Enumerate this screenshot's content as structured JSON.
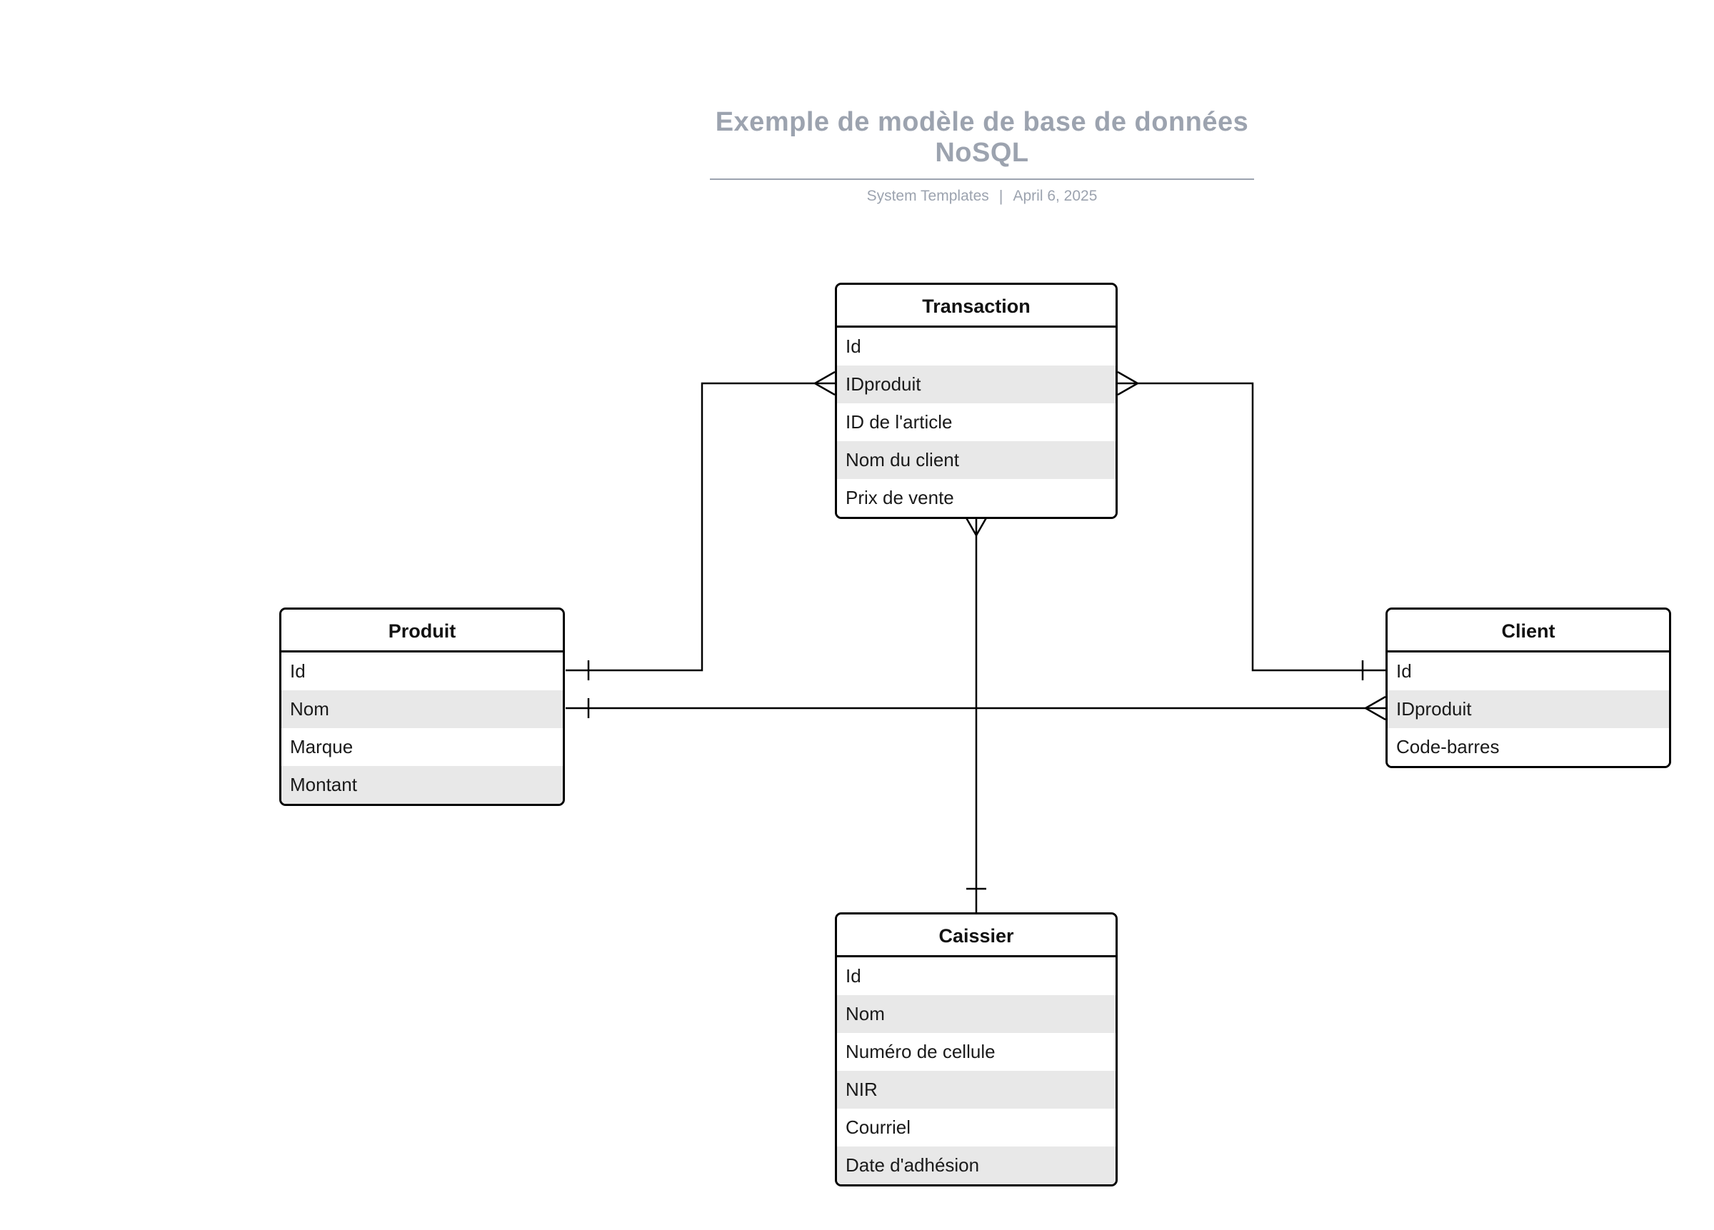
{
  "header": {
    "title": "Exemple de modèle de base de données NoSQL",
    "author": "System Templates",
    "separator": "|",
    "date": "April 6, 2025"
  },
  "entities": {
    "transaction": {
      "title": "Transaction",
      "fields": [
        "Id",
        "IDproduit",
        "ID de l'article",
        "Nom du client",
        "Prix de vente"
      ]
    },
    "produit": {
      "title": "Produit",
      "fields": [
        "Id",
        "Nom",
        "Marque",
        "Montant"
      ]
    },
    "client": {
      "title": "Client",
      "fields": [
        "Id",
        "IDproduit",
        "Code-barres"
      ]
    },
    "caissier": {
      "title": "Caissier",
      "fields": [
        "Id",
        "Nom",
        "Numéro de cellule",
        "NIR",
        "Courriel",
        "Date d'adhésion"
      ]
    }
  },
  "relationships": [
    {
      "from": "Produit.Id",
      "from_cardinality": "one",
      "to": "Transaction.IDproduit",
      "to_cardinality": "many"
    },
    {
      "from": "Client.Id",
      "from_cardinality": "one",
      "to": "Transaction.IDproduit",
      "to_cardinality": "many"
    },
    {
      "from": "Produit.Nom",
      "from_cardinality": "one",
      "to": "Client.IDproduit",
      "to_cardinality": "many"
    },
    {
      "from": "Caissier",
      "from_cardinality": "one",
      "to": "Transaction",
      "to_cardinality": "many"
    }
  ],
  "colors": {
    "line": "#000000",
    "row_alt": "#e8e8e8",
    "title_gray": "#9ca3af",
    "background": "#ffffff"
  }
}
